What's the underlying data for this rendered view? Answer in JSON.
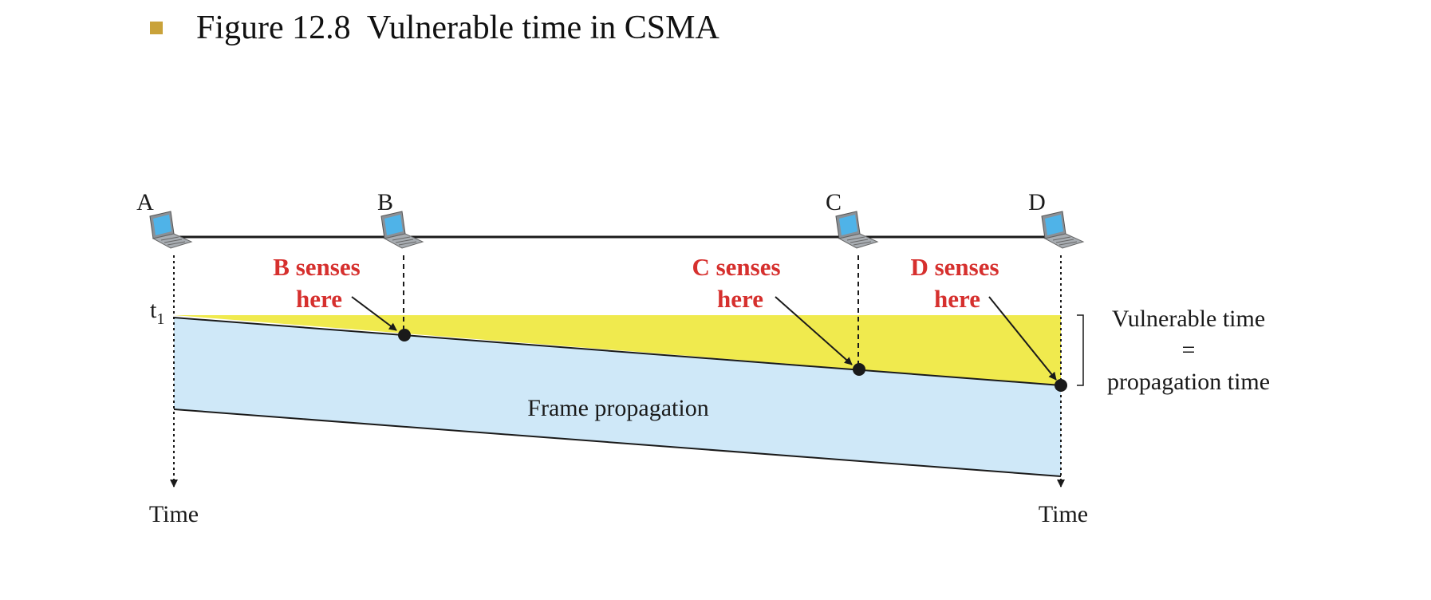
{
  "header": {
    "figure_title": "Figure 12.8  Vulnerable time in CSMA"
  },
  "stations": [
    {
      "label": "A"
    },
    {
      "label": "B"
    },
    {
      "label": "C"
    },
    {
      "label": "D"
    }
  ],
  "diagram": {
    "t1_label": "t",
    "t1_sub": "1",
    "sense_annotations": [
      {
        "line1": "B senses",
        "line2": "here"
      },
      {
        "line1": "C senses",
        "line2": "here"
      },
      {
        "line1": "D senses",
        "line2": "here"
      }
    ],
    "frame_label": "Frame propagation",
    "vulnerable": {
      "line1": "Vulnerable time",
      "line2": "=",
      "line3": "propagation time"
    },
    "time_labels": [
      "Time",
      "Time"
    ]
  },
  "colors": {
    "bullet": "#C9A23A",
    "annotation": "#D6302E",
    "vulnerable_fill": "#F0EA4E",
    "frame_fill": "#CFE8F8",
    "line": "#1a1a1a",
    "laptop_screen": "#4FB3E8",
    "laptop_body": "#A8ADB2"
  },
  "icons": [
    "laptop-icon"
  ]
}
